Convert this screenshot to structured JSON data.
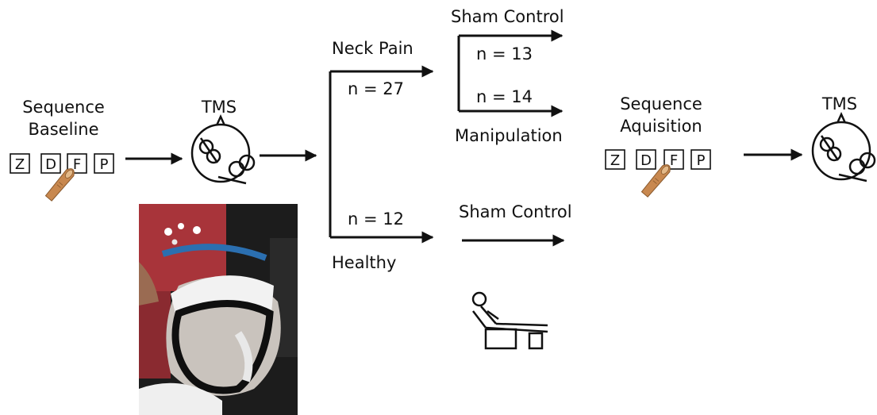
{
  "labels": {
    "sequence_baseline_line1": "Sequence",
    "sequence_baseline_line2": "Baseline",
    "tms_pre": "TMS",
    "neck_pain": "Neck Pain",
    "n_neck_pain": "n = 27",
    "sham_control_top": "Sham Control",
    "n_sham": "n = 13",
    "n_manipulation": "n = 14",
    "manipulation": "Manipulation",
    "n_healthy": "n = 12",
    "healthy": "Healthy",
    "sham_control_healthy": "Sham Control",
    "sequence_acquisition_line1": "Sequence",
    "sequence_acquisition_line2": "Aquisition",
    "tms_post": "TMS"
  },
  "sequence_keys": [
    "Z",
    "D",
    "F",
    "P"
  ],
  "icons": [
    "head-coil-icon",
    "finger-icon",
    "reclining-chair-icon",
    "tms-photo"
  ],
  "colors": {
    "ink": "#111111",
    "finger": "#c8884f",
    "photo_bg": "#a8343a",
    "helmet": "#1a1a1a",
    "cap": "#f2f2f2"
  }
}
